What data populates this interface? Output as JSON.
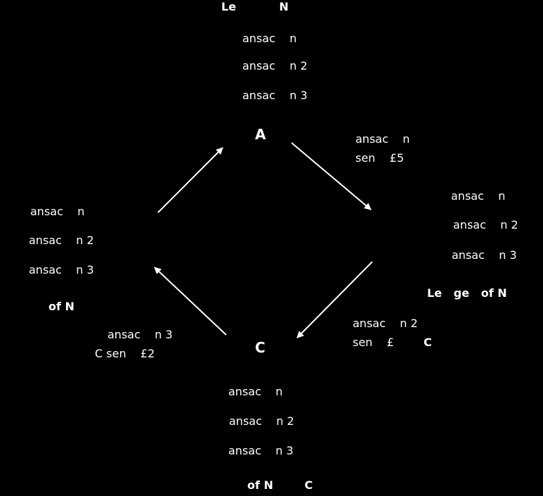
{
  "colors": {
    "background": "#000000",
    "foreground": "#ffffff"
  },
  "top_block": {
    "title": "Le           N",
    "lines": [
      "ansac    n",
      "ansac    n 2",
      "ansac    n 3"
    ],
    "node": "A"
  },
  "edge_top_right": {
    "lines": [
      "ansac    n",
      "sen    £5"
    ]
  },
  "right_block": {
    "lines": [
      "ansac    n",
      "ansac    n 2",
      "ansac    n 3"
    ],
    "title": "Le   ge   of N"
  },
  "edge_bottom_right": {
    "line1": "ansac    n 2",
    "line2_left": "sen    £",
    "line2_right": "C"
  },
  "bottom_block": {
    "node": "C",
    "lines": [
      "ansac    n",
      "ansac    n 2",
      "ansac    n 3"
    ],
    "title": "of N        C"
  },
  "edge_bottom_left": {
    "lines": [
      "ansac    n 3",
      "C sen    £2"
    ]
  },
  "left_block": {
    "lines": [
      "ansac    n",
      "ansac    n 2",
      "ansac    n 3"
    ],
    "title": "of N"
  }
}
